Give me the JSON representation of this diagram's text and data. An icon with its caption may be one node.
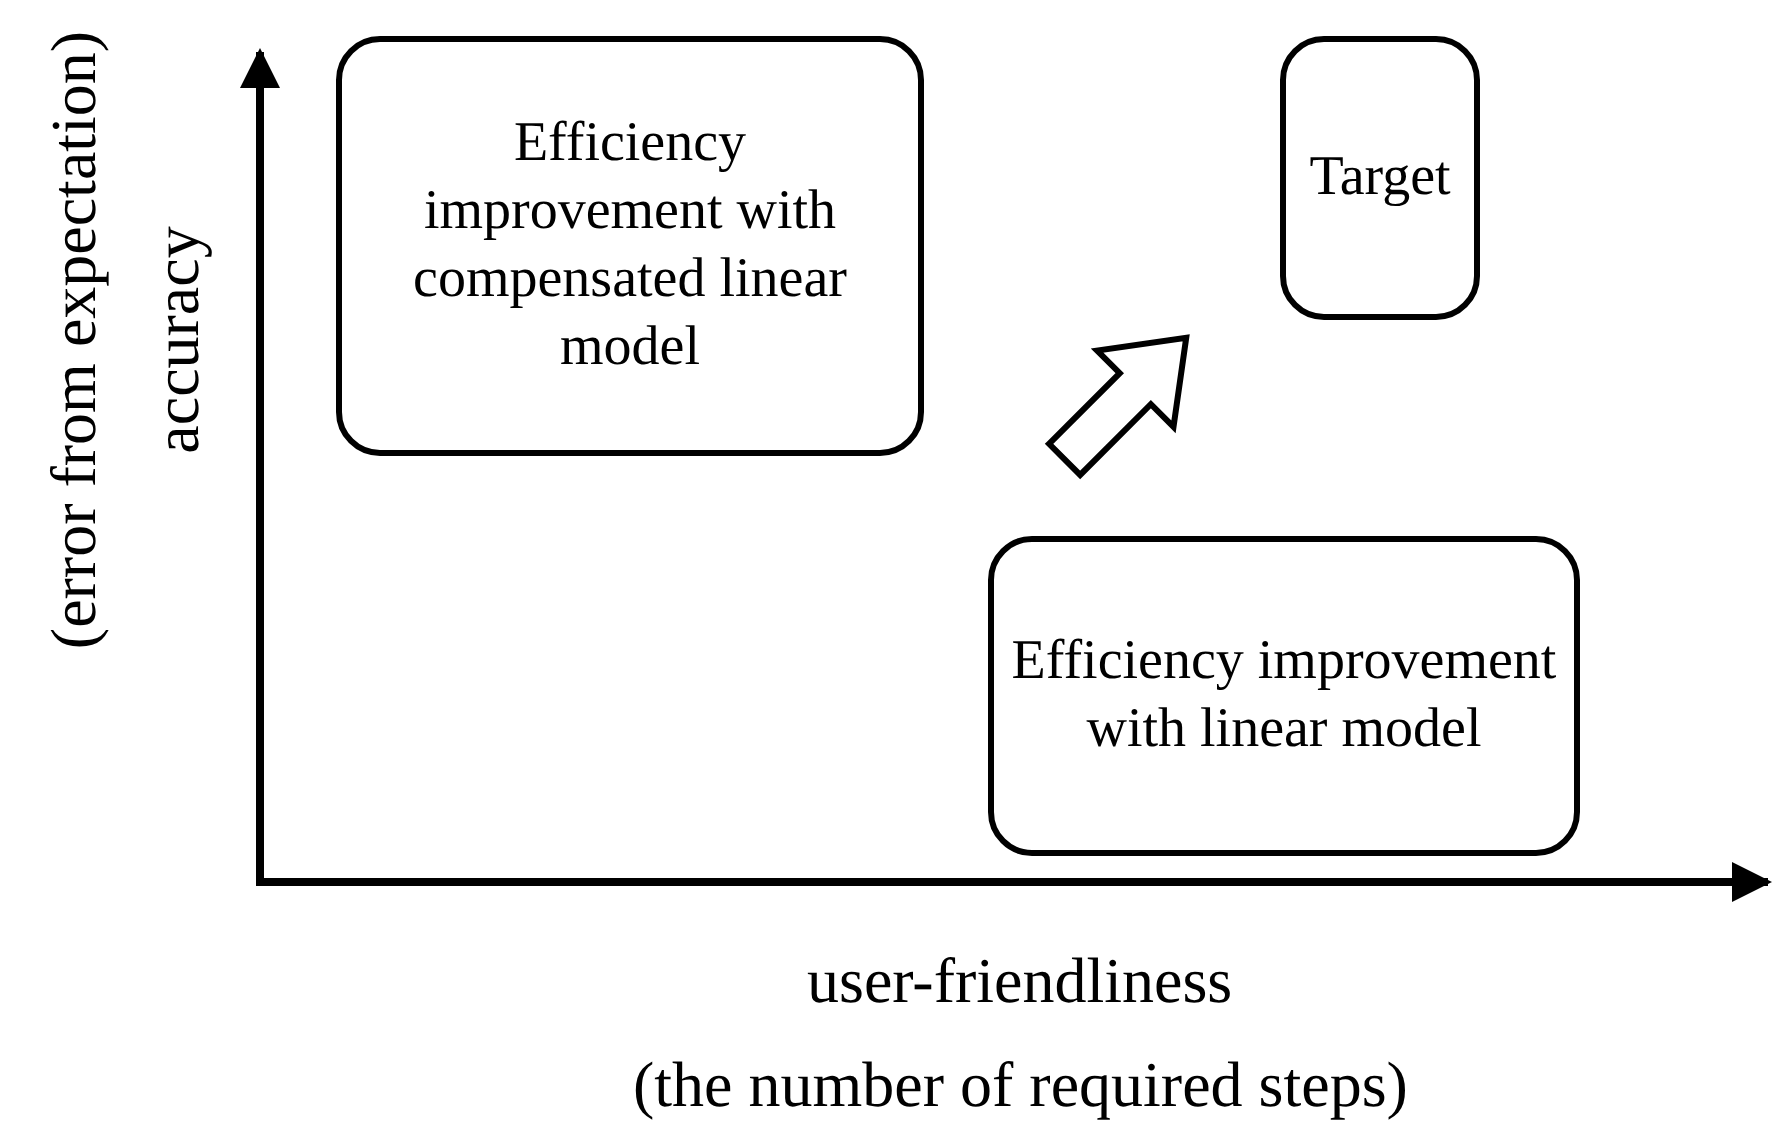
{
  "diagram": {
    "nodes": [
      {
        "text": [
          "Efficiency improvement with compensated linear model"
        ]
      },
      {
        "text": [
          "Target"
        ]
      },
      {
        "text": [
          "Efficiency improvement with linear model"
        ]
      }
    ],
    "labels": [
      "(error from expectation)",
      "accuracy",
      "user-friendliness",
      "(the number of required steps)"
    ]
  }
}
